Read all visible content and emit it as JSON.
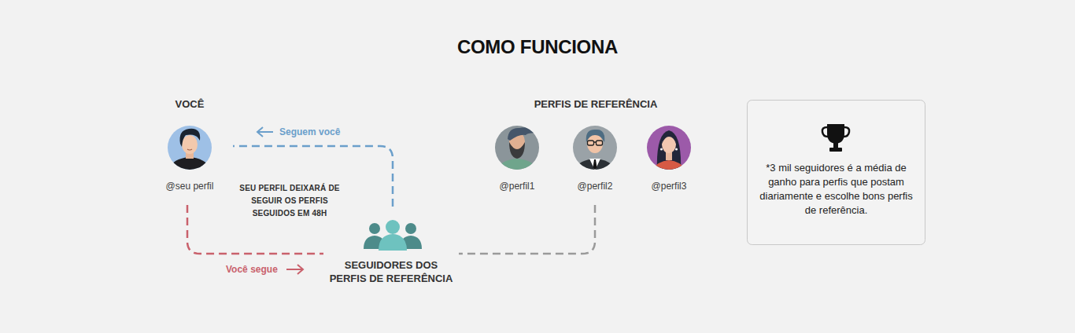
{
  "diagram": {
    "title": "COMO FUNCIONA",
    "nodes": [
      {
        "text": [
          "VOCÊ",
          "@seu perfil"
        ]
      },
      {
        "text": [
          "SEGUIDORES DOS PERFIS DE REFERÊNCIA"
        ]
      },
      {
        "text": [
          "@perfil1"
        ]
      },
      {
        "text": [
          "@perfil2"
        ]
      },
      {
        "text": [
          "@perfil3"
        ]
      },
      {
        "text": [
          "*3 mil seguidores é a média de ganho para perfis que postam diariamente e escolhe bons perfis de referência."
        ]
      }
    ],
    "edges": [
      {
        "from": 1,
        "to": 0,
        "label": "Seguem você",
        "arrow": "none"
      },
      {
        "from": 0,
        "to": 1,
        "label": "Você segue",
        "arrow": "none"
      },
      {
        "from": 3,
        "to": 1,
        "arrow": "none"
      }
    ],
    "labels": [
      "PERFIS DE REFERÊNCIA",
      "SEU PERFIL DEIXARÁ DE SEGUIR OS PERFIS SEGUIDOS EM 48H"
    ]
  }
}
